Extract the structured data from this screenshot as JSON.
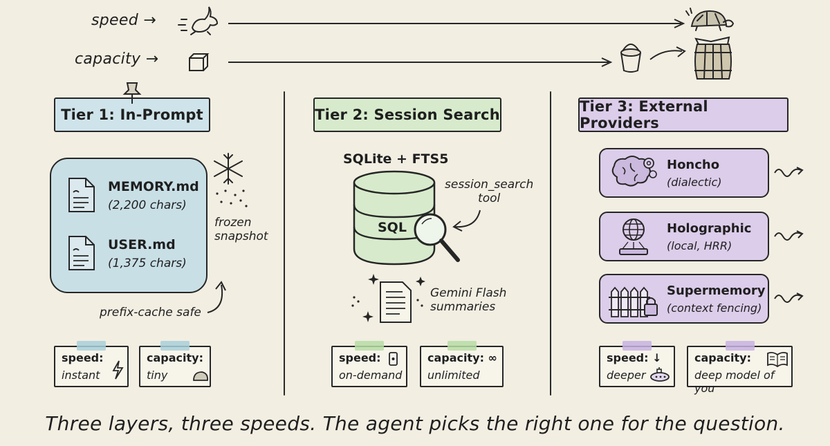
{
  "axis": {
    "speed_label": "speed →",
    "capacity_label": "capacity →"
  },
  "tiers": [
    {
      "title": "Tier 1: In-Prompt",
      "files": [
        {
          "name": "MEMORY.md",
          "size": "(2,200 chars)"
        },
        {
          "name": "USER.md",
          "size": "(1,375 chars)"
        }
      ],
      "frozen_note": "frozen\nsnapshot",
      "cache_note": "prefix-cache safe",
      "speed_key": "speed:",
      "speed_value": "instant",
      "capacity_key": "capacity:",
      "capacity_value": "tiny"
    },
    {
      "title": "Tier 2: Session Search",
      "db_label": "SQLite + FTS5",
      "db_text": "SQL",
      "tool_note": "session_search\ntool",
      "summary_note": "Gemini Flash\nsummaries",
      "speed_key": "speed:",
      "speed_value": "on-demand",
      "capacity_key": "capacity: ∞",
      "capacity_value": "unlimited"
    },
    {
      "title": "Tier 3: External Providers",
      "providers": [
        {
          "name": "Honcho",
          "detail": "(dialectic)"
        },
        {
          "name": "Holographic",
          "detail": "(local, HRR)"
        },
        {
          "name": "Supermemory",
          "detail": "(context fencing)"
        }
      ],
      "speed_key": "speed: ↓",
      "speed_value": "deeper",
      "capacity_key": "capacity:",
      "capacity_value": "deep model of you"
    }
  ],
  "caption": "Three layers, three speeds. The agent picks the right one for the question.",
  "colors": {
    "background": "#f2eee2",
    "tier1": "#cfe4ea",
    "tier2": "#d7ebcc",
    "tier3": "#dccdea",
    "ink": "#262626"
  },
  "icons": [
    "rabbit-icon",
    "turtle-icon",
    "small-box-icon",
    "bucket-icon",
    "barrel-icon",
    "pushpin-icon",
    "snowflake-icon",
    "document-icon",
    "database-icon",
    "magnifier-icon",
    "sparkle-icon",
    "brain-gear-icon",
    "globe-projector-icon",
    "fence-lock-icon",
    "lightning-icon",
    "pebble-icon",
    "phone-icon",
    "submarine-icon",
    "book-icon",
    "squiggle-arrow-icon"
  ]
}
